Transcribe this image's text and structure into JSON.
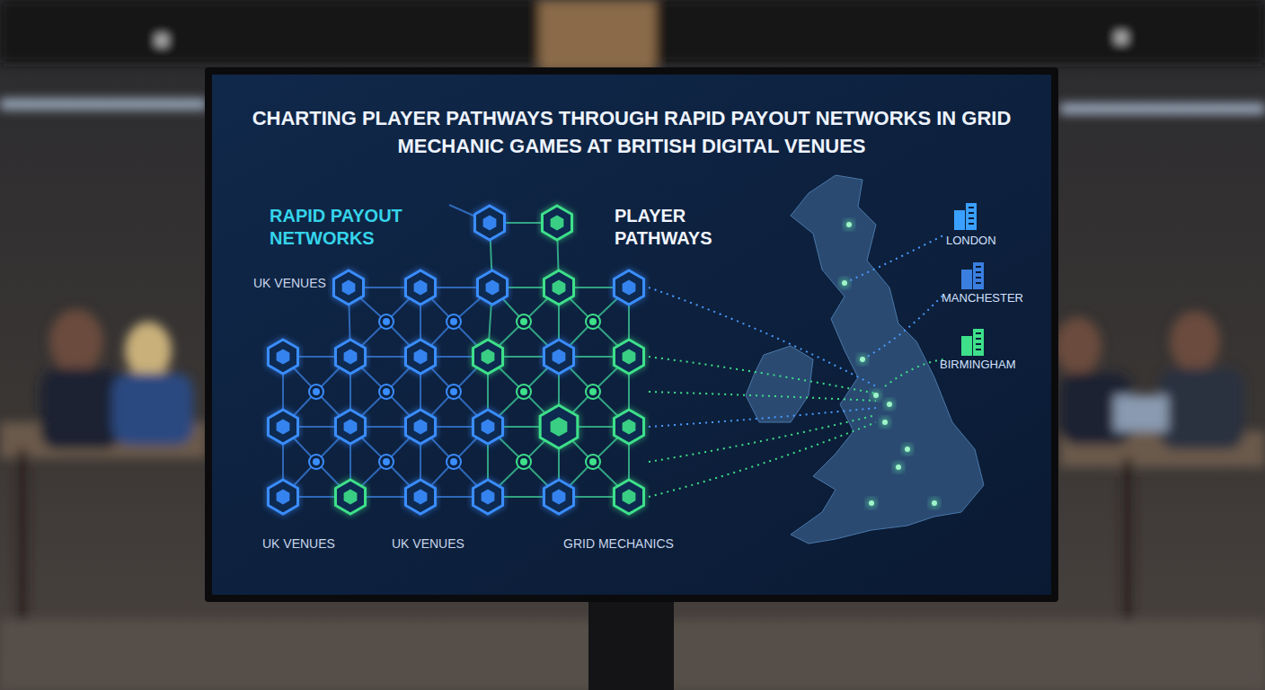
{
  "diagram": {
    "title": "CHARTING PLAYER PATHWAYS THROUGH RAPID PAYOUT NETWORKS IN GRID MECHANIC GAMES AT BRITISH DIGITAL VENUES",
    "labels": [
      "RAPID PAYOUT NETWORKS",
      "PLAYER PATHWAYS",
      "LONDON",
      "UK VENUES",
      "MANCHESTER",
      "BIRMINGHAM",
      "UK VENUES",
      "UK VENUES",
      "GRID MECHANICS"
    ]
  }
}
